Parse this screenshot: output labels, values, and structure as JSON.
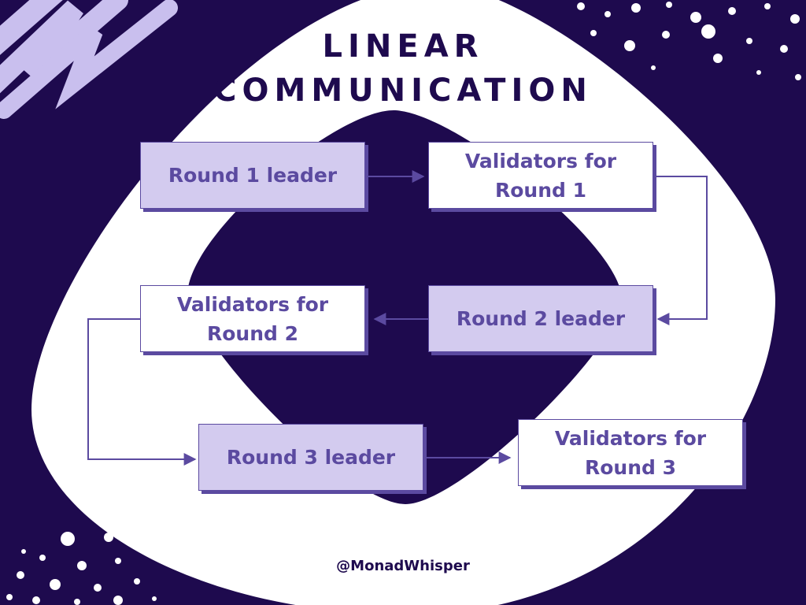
{
  "title": {
    "line1": "LINEAR",
    "line2": "COMMUNICATION"
  },
  "nodes": {
    "round1_leader": "Round 1 leader",
    "round1_validators": [
      "Validators for",
      "Round 1"
    ],
    "round2_leader": "Round 2 leader",
    "round2_validators": [
      "Validators for",
      "Round 2"
    ],
    "round3_leader": "Round 3 leader",
    "round3_validators": [
      "Validators for",
      "Round 3"
    ]
  },
  "footer": "@MonadWhisper",
  "colors": {
    "background": "#1e0a4e",
    "ring": "#ffffff",
    "leader_fill": "#d3cbef",
    "accent": "#5b4aa0",
    "brush": "#c9bfee"
  }
}
